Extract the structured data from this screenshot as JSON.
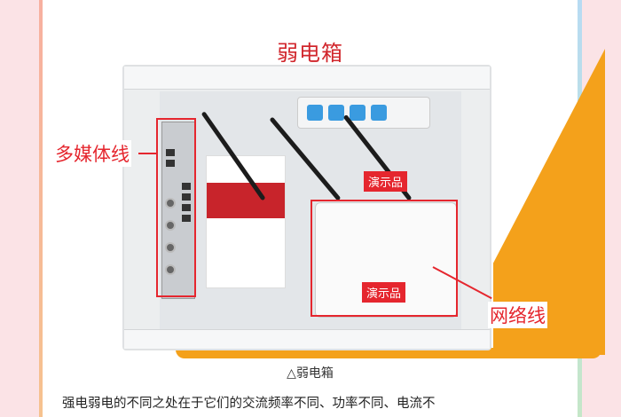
{
  "figure": {
    "title": "弱电箱",
    "labels": {
      "multimedia": "多媒体线",
      "network": "网络线",
      "demo_top": "演示品",
      "demo_bottom": "演示品"
    },
    "colors": {
      "accent_red": "#e5262e",
      "title_red": "#d1262c",
      "orange": "#f4a11b",
      "background_pink": "#fbe3e6"
    }
  },
  "caption": "△弱电箱",
  "paragraph": "强电弱电的不同之处在于它们的交流频率不同、功率不同、电流不"
}
